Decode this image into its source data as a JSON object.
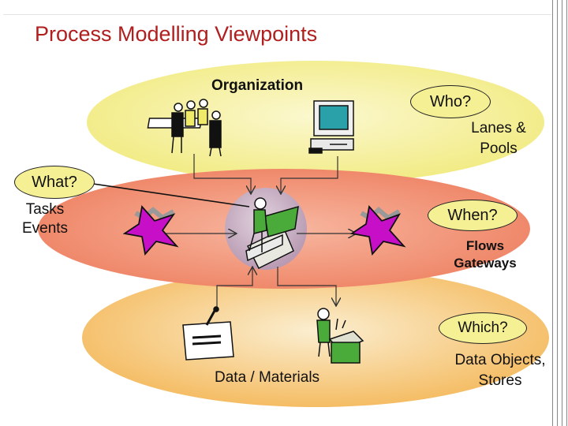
{
  "title": "Process Modelling Viewpoints",
  "viewpoints": {
    "organization": {
      "label": "Organization",
      "question": "Who?",
      "elements": "Lanes & Pools"
    },
    "behaviour": {
      "question_what": "What?",
      "what_elements": "Tasks Events",
      "question_when": "When?",
      "when_elements": "Flows Gateways"
    },
    "data": {
      "label": "Data / Materials",
      "question": "Which?",
      "elements": "Data Objects, Stores"
    }
  },
  "colors": {
    "title": "#b01e1e",
    "organization_layer": "#f4ef9a",
    "behaviour_layer": "#f08a6c",
    "data_layer": "#f6c36a",
    "center_circle": "#c8b0c4",
    "event_star": "#c80fc8"
  },
  "icons": [
    "meeting-people-icon",
    "computer-icon",
    "worker-at-desk-icon",
    "event-star-icon",
    "document-icon",
    "worker-with-box-icon"
  ]
}
